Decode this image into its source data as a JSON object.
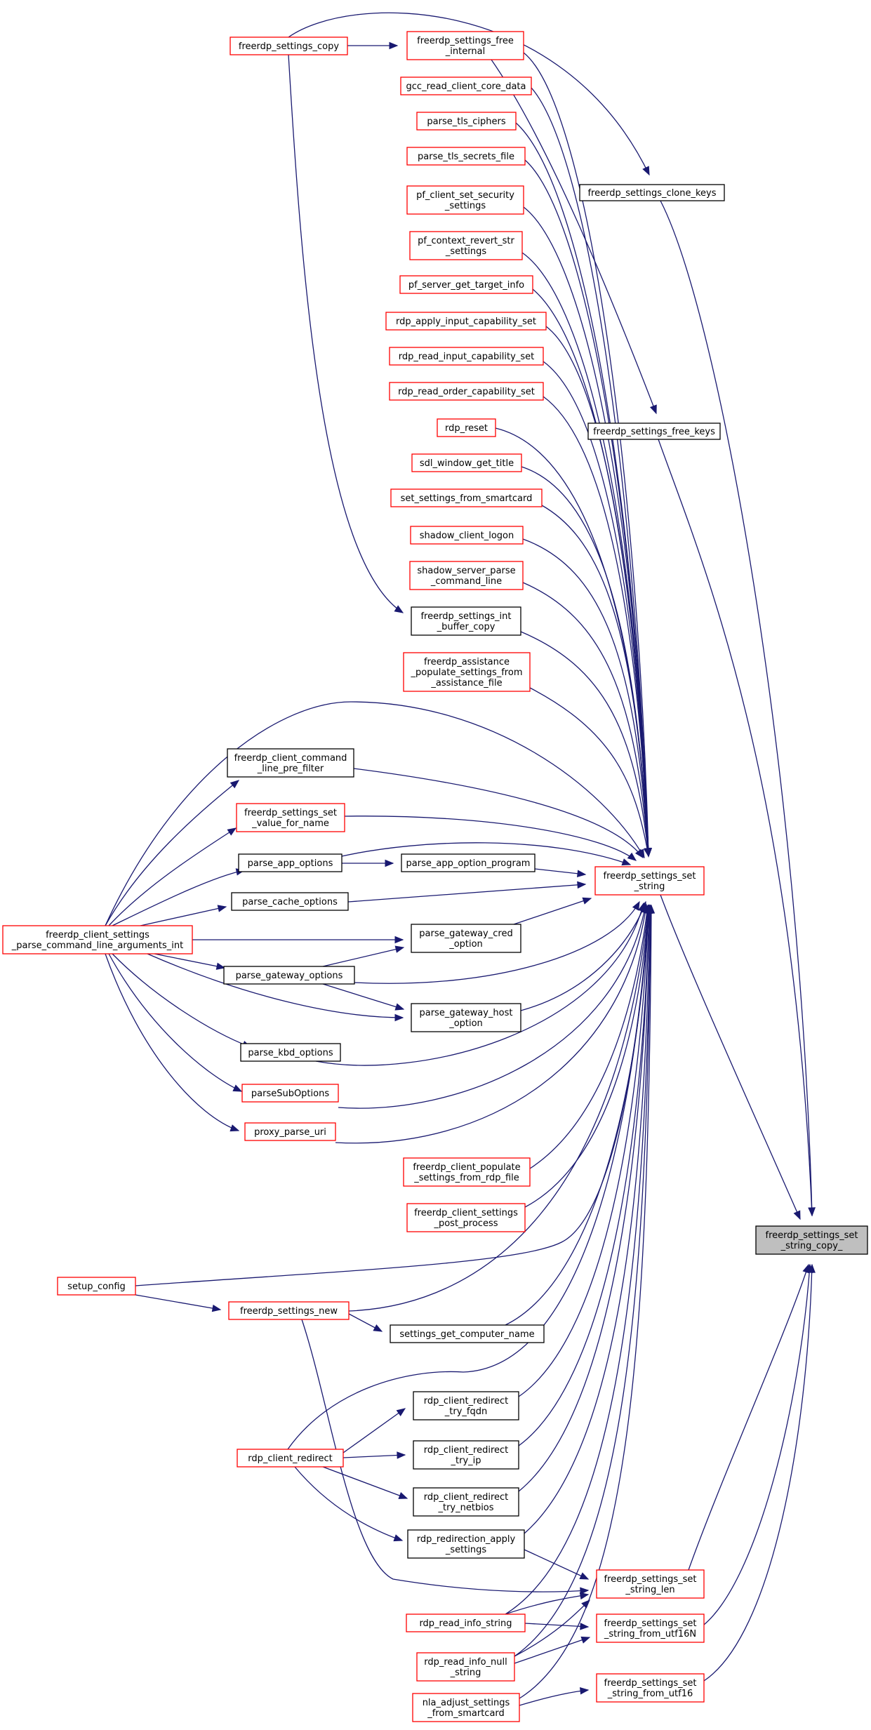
{
  "colors": {
    "edge": "#191970",
    "border_red": "#ff0000",
    "border_black": "#000000",
    "root_fill": "#bfbfbf"
  },
  "nodes": {
    "root": {
      "lines": [
        "freerdp_settings_set",
        "_string_copy_"
      ],
      "style": "root"
    },
    "set_string": {
      "lines": [
        "freerdp_settings_set",
        "_string"
      ],
      "style": "red"
    },
    "clone_keys": {
      "lines": [
        "freerdp_settings_clone_keys"
      ],
      "style": "black"
    },
    "free_keys": {
      "lines": [
        "freerdp_settings_free_keys"
      ],
      "style": "black"
    },
    "set_string_len": {
      "lines": [
        "freerdp_settings_set",
        "_string_len"
      ],
      "style": "red"
    },
    "set_string_from_utf16N": {
      "lines": [
        "freerdp_settings_set",
        "_string_from_utf16N"
      ],
      "style": "red"
    },
    "set_string_from_utf16": {
      "lines": [
        "freerdp_settings_set",
        "_string_from_utf16"
      ],
      "style": "red"
    },
    "settings_copy": {
      "lines": [
        "freerdp_settings_copy"
      ],
      "style": "red"
    },
    "free_internal": {
      "lines": [
        "freerdp_settings_free",
        "_internal"
      ],
      "style": "red"
    },
    "gcc_read": {
      "lines": [
        "gcc_read_client_core_data"
      ],
      "style": "red"
    },
    "parse_tls_ciphers": {
      "lines": [
        "parse_tls_ciphers"
      ],
      "style": "red"
    },
    "parse_tls_secrets": {
      "lines": [
        "parse_tls_secrets_file"
      ],
      "style": "red"
    },
    "pf_client_set_security": {
      "lines": [
        "pf_client_set_security",
        "_settings"
      ],
      "style": "red"
    },
    "pf_context_revert": {
      "lines": [
        "pf_context_revert_str",
        "_settings"
      ],
      "style": "red"
    },
    "pf_server_get_target": {
      "lines": [
        "pf_server_get_target_info"
      ],
      "style": "red"
    },
    "rdp_apply_input": {
      "lines": [
        "rdp_apply_input_capability_set"
      ],
      "style": "red"
    },
    "rdp_read_input": {
      "lines": [
        "rdp_read_input_capability_set"
      ],
      "style": "red"
    },
    "rdp_read_order": {
      "lines": [
        "rdp_read_order_capability_set"
      ],
      "style": "red"
    },
    "rdp_reset": {
      "lines": [
        "rdp_reset"
      ],
      "style": "red"
    },
    "sdl_window_get_title": {
      "lines": [
        "sdl_window_get_title"
      ],
      "style": "red"
    },
    "set_settings_from_smartcard": {
      "lines": [
        "set_settings_from_smartcard"
      ],
      "style": "red"
    },
    "shadow_client_logon": {
      "lines": [
        "shadow_client_logon"
      ],
      "style": "red"
    },
    "shadow_server_parse": {
      "lines": [
        "shadow_server_parse",
        "_command_line"
      ],
      "style": "red"
    },
    "int_buffer_copy": {
      "lines": [
        "freerdp_settings_int",
        "_buffer_copy"
      ],
      "style": "black"
    },
    "assistance_populate": {
      "lines": [
        "freerdp_assistance",
        "_populate_settings_from",
        "_assistance_file"
      ],
      "style": "red"
    },
    "cmdline_pre_filter": {
      "lines": [
        "freerdp_client_command",
        "_line_pre_filter"
      ],
      "style": "black"
    },
    "set_value_for_name": {
      "lines": [
        "freerdp_settings_set",
        "_value_for_name"
      ],
      "style": "red"
    },
    "parse_app_options": {
      "lines": [
        "parse_app_options"
      ],
      "style": "black"
    },
    "parse_app_option_program": {
      "lines": [
        "parse_app_option_program"
      ],
      "style": "black"
    },
    "parse_cache_options": {
      "lines": [
        "parse_cache_options"
      ],
      "style": "black"
    },
    "parse_gateway_cred": {
      "lines": [
        "parse_gateway_cred",
        "_option"
      ],
      "style": "black"
    },
    "parse_cmdline_args_int": {
      "lines": [
        "freerdp_client_settings",
        "_parse_command_line_arguments_int"
      ],
      "style": "red"
    },
    "parse_gateway_options": {
      "lines": [
        "parse_gateway_options"
      ],
      "style": "black"
    },
    "parse_gateway_host": {
      "lines": [
        "parse_gateway_host",
        "_option"
      ],
      "style": "black"
    },
    "parse_kbd_options": {
      "lines": [
        "parse_kbd_options"
      ],
      "style": "black"
    },
    "parseSubOptions": {
      "lines": [
        "parseSubOptions"
      ],
      "style": "red"
    },
    "proxy_parse_uri": {
      "lines": [
        "proxy_parse_uri"
      ],
      "style": "red"
    },
    "populate_from_rdp_file": {
      "lines": [
        "freerdp_client_populate",
        "_settings_from_rdp_file"
      ],
      "style": "red"
    },
    "post_process": {
      "lines": [
        "freerdp_client_settings",
        "_post_process"
      ],
      "style": "red"
    },
    "setup_config": {
      "lines": [
        "setup_config"
      ],
      "style": "red"
    },
    "settings_new": {
      "lines": [
        "freerdp_settings_new"
      ],
      "style": "red"
    },
    "get_computer_name": {
      "lines": [
        "settings_get_computer_name"
      ],
      "style": "black"
    },
    "try_fqdn": {
      "lines": [
        "rdp_client_redirect",
        "_try_fqdn"
      ],
      "style": "black"
    },
    "client_redirect": {
      "lines": [
        "rdp_client_redirect"
      ],
      "style": "red"
    },
    "try_ip": {
      "lines": [
        "rdp_client_redirect",
        "_try_ip"
      ],
      "style": "black"
    },
    "try_netbios": {
      "lines": [
        "rdp_client_redirect",
        "_try_netbios"
      ],
      "style": "black"
    },
    "redirection_apply": {
      "lines": [
        "rdp_redirection_apply",
        "_settings"
      ],
      "style": "black"
    },
    "read_info_string": {
      "lines": [
        "rdp_read_info_string"
      ],
      "style": "red"
    },
    "read_info_null": {
      "lines": [
        "rdp_read_info_null",
        "_string"
      ],
      "style": "red"
    },
    "nla_adjust": {
      "lines": [
        "nla_adjust_settings",
        "_from_smartcard"
      ],
      "style": "red"
    }
  }
}
